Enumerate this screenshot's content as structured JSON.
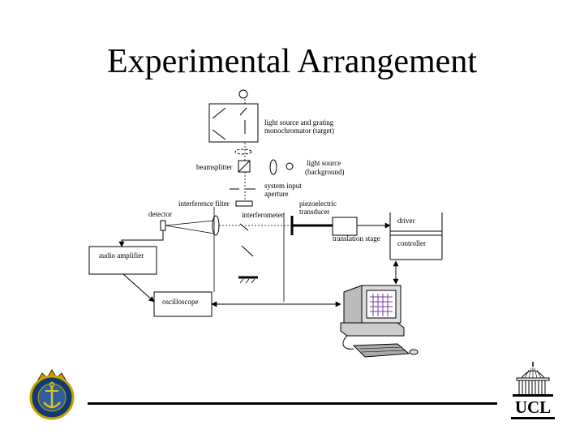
{
  "slide": {
    "title": "Experimental Arrangement"
  },
  "diagram": {
    "labels": {
      "light_source_grating": "light source and grating",
      "monochromator": "monochromator (target)",
      "beamsplitter": "beamsplitter",
      "light_source_bg": "light source",
      "light_source_bg2": "(background)",
      "system_input": "system input",
      "aperture": "aperture",
      "interference_filter": "interference filter",
      "piezoelectric": "piezoelectric",
      "transducer": "transducer",
      "detector": "detector",
      "interferometer": "interferometer",
      "driver": "driver",
      "translation_stage": "translation stage",
      "controller": "controller",
      "audio_amplifier": "audio amplifier",
      "oscilloscope": "oscilloscope"
    }
  },
  "logos": {
    "left": "naval-crest",
    "right": "UCL"
  }
}
